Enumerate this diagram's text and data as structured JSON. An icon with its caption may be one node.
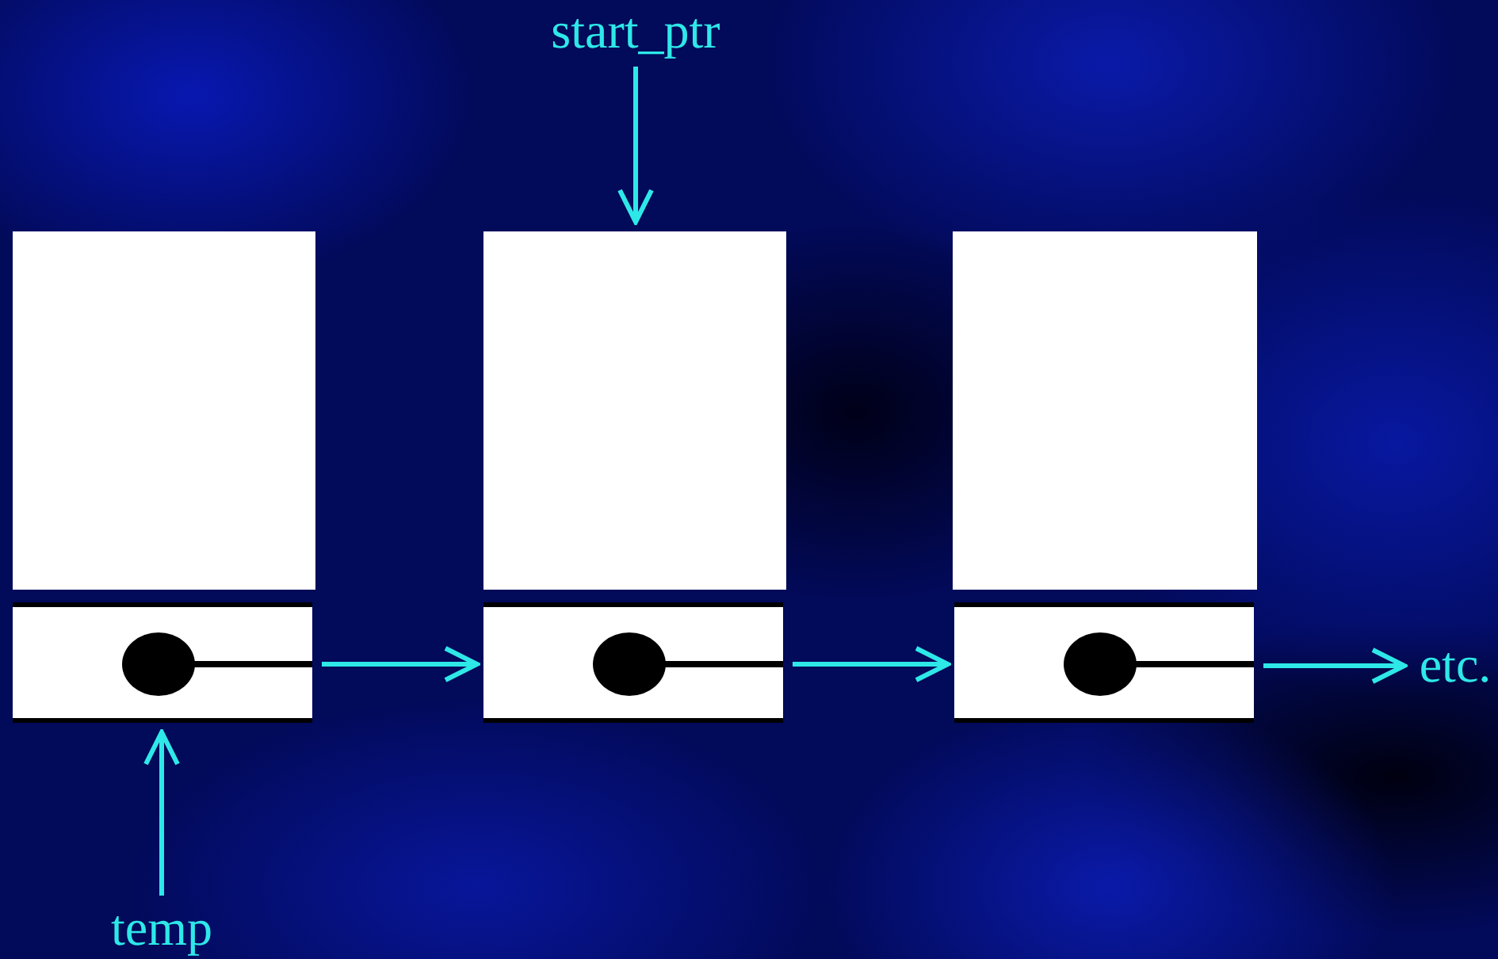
{
  "diagram": {
    "nodes": [
      {
        "text": [
          "start_ptr"
        ]
      },
      {
        "text": [],
        "shape": "box"
      },
      {
        "text": [],
        "shape": "box"
      },
      {
        "text": [],
        "shape": "box"
      },
      {
        "text": [],
        "shape": "box"
      },
      {
        "text": [],
        "shape": "box"
      },
      {
        "text": [],
        "shape": "box"
      },
      {
        "text": [
          "etc."
        ]
      },
      {
        "text": [
          "temp"
        ]
      }
    ],
    "edges": [
      {
        "from": 0,
        "to": 2,
        "arrow": "to"
      },
      {
        "from": 4,
        "to": 5,
        "arrow": "to"
      },
      {
        "from": 5,
        "to": 6,
        "arrow": "to"
      },
      {
        "from": 6,
        "to": 7,
        "arrow": "to"
      },
      {
        "from": 8,
        "to": 4,
        "arrow": "to"
      }
    ]
  }
}
